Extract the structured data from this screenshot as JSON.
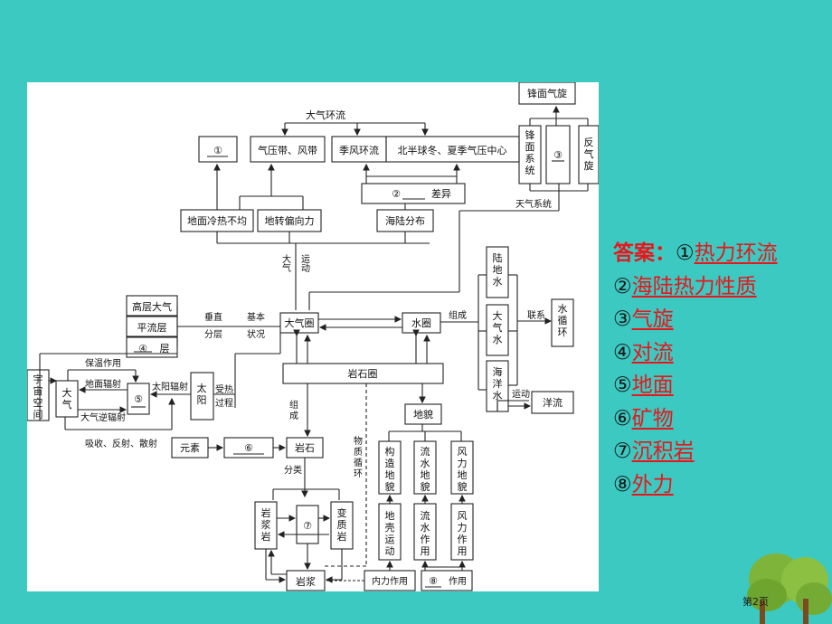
{
  "diagram": {
    "top": {
      "daqi_huanliu": "大气环流",
      "blank1": "①",
      "qiyadai": "气压带、风带",
      "jifeng": "季风环流",
      "beibanqiu": "北半球冬、夏季气压中心",
      "blank2": "②",
      "chayi": "差异",
      "dimian_lengre": "地面冷热不均",
      "dizhuan": "地转偏向力",
      "hailu": "海陆分布",
      "fengmian_qixuan": "锋面气旋",
      "fengmian_xitong": "锋面系统",
      "blank3": "③",
      "fanqixuan": "反气旋",
      "tianqi_xitong": "天气系统",
      "daqi_yundong_1": "大气",
      "daqi_yundong_2": "运动"
    },
    "atmosphere": {
      "gaoceng": "高层大气",
      "pingliu": "平流层",
      "blank4": "④",
      "ceng": "层",
      "chuizhi": "垂直",
      "fenceng": "分层",
      "jiben": "基本",
      "zhuangkuang": "状况",
      "daqiquan": "大气圈",
      "baowen": "保温作用",
      "dimian_fushe": "地面辐射",
      "daqi_nifushe": "大气逆辐射",
      "yuzhou": "宇宙空间",
      "daqi": "大气",
      "blank5": "⑤",
      "taiyang_fushe": "太阳辐射",
      "taiyang": "太阳",
      "shoure": "受热过程",
      "xishou": "吸收、反射、散射"
    },
    "hydro": {
      "shuiquan": "水圈",
      "zucheng": "组成",
      "ludi": "陆地水",
      "daqishui": "大气水",
      "haiyang": "海洋水",
      "lianxi": "联系",
      "shuixunhuan": "水循环",
      "yundong": "运动",
      "yangliu": "洋流"
    },
    "litho": {
      "yanshiquan": "岩石圈",
      "zucheng": "组成",
      "yuansu": "元素",
      "blank6": "⑥",
      "yanshi": "岩石",
      "fenlei": "分类",
      "yanjiangyan": "岩浆岩",
      "blank7": "⑦",
      "bianzhiyan": "变质岩",
      "yanjiang": "岩浆",
      "wuzhi": "物质循环",
      "dimao": "地貌",
      "gouzao": "构造地貌",
      "liushui_dimao": "流水地貌",
      "fengli_dimao": "风力地貌",
      "diqiao": "地壳运动",
      "liushui_zuoyong": "流水作用",
      "fengli_zuoyong": "风力作用",
      "neili": "内力作用",
      "blank8": "⑧",
      "zuoyong": "作用"
    }
  },
  "answers": {
    "label": "答案：",
    "items": [
      {
        "num": "①",
        "text": "热力环流"
      },
      {
        "num": "②",
        "text": "海陆热力性质"
      },
      {
        "num": "③",
        "text": "气旋"
      },
      {
        "num": "④",
        "text": "对流"
      },
      {
        "num": "⑤",
        "text": "地面"
      },
      {
        "num": "⑥",
        "text": "矿物"
      },
      {
        "num": "⑦",
        "text": "沉积岩"
      },
      {
        "num": "⑧",
        "text": "外力"
      }
    ]
  },
  "page": {
    "label": "第2页"
  },
  "colors": {
    "background": "#3cc9c1",
    "answer": "#e8161b",
    "tree_canopy": "#7fb43a",
    "tree_trunk": "#7a4a23"
  }
}
